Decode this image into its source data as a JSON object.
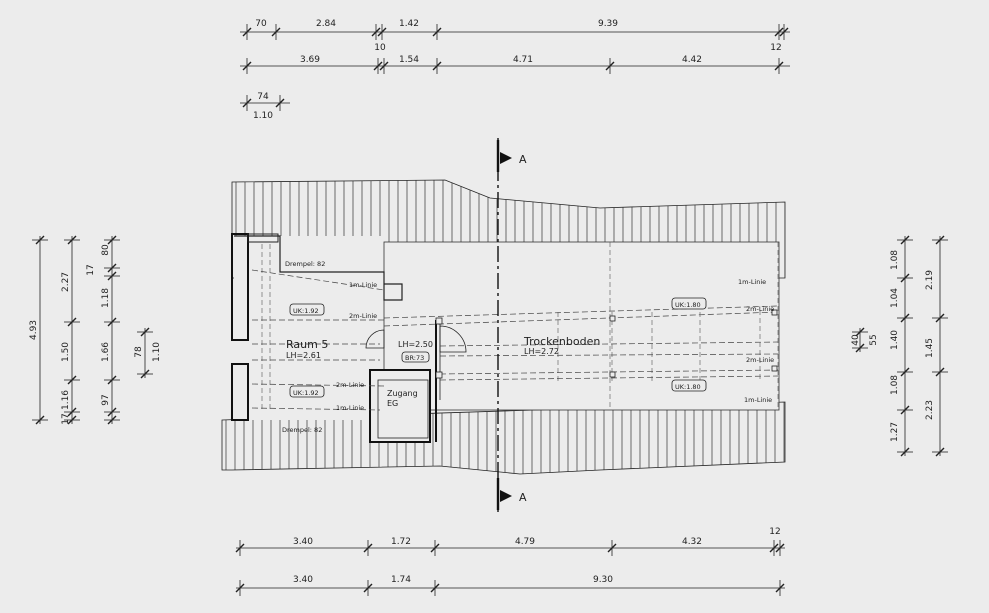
{
  "dimensions": {
    "top": {
      "row1": [
        "70",
        "2.84",
        "1.42",
        "9.39"
      ],
      "row1_gap": "10",
      "row1_end": "12",
      "row2": [
        "3.69",
        "1.54",
        "4.71",
        "4.42"
      ],
      "small_top": "74",
      "small_bottom": "1.10"
    },
    "bottom": {
      "row1": [
        "3.40",
        "1.72",
        "4.79",
        "4.32"
      ],
      "row1_end": "12",
      "row2": [
        "3.40",
        "1.74",
        "9.30"
      ]
    },
    "left": {
      "overall": "4.93",
      "col2": [
        "2.27",
        "1.50",
        "1.16"
      ],
      "col2_end": "17",
      "col3": [
        "1.18",
        "1.66",
        "97"
      ],
      "col3_top": "80",
      "col3_top2": "17",
      "opening": [
        "78",
        "1.10"
      ]
    },
    "right": {
      "col1": [
        "1.08",
        "1.04",
        "1.40",
        "1.08",
        "1.27"
      ],
      "col2": [
        "2.19",
        "1.45",
        "2.23"
      ],
      "opening": [
        "40",
        "55"
      ]
    }
  },
  "section": {
    "label_top": "A",
    "label_bottom": "A"
  },
  "rooms": {
    "raum5": {
      "name": "Raum 5",
      "height": "LH=2.61"
    },
    "trockenboden": {
      "name": "Trockenboden",
      "height": "LH=2.72"
    },
    "zugang": {
      "name_line1": "Zugang",
      "name_line2": "EG"
    },
    "stair_height": "LH=2.50"
  },
  "tags": {
    "uk_raum5_top": "UK:1.92",
    "uk_raum5_bottom": "UK:1.92",
    "uk_trocken_top": "UK:1.80",
    "uk_trocken_bottom": "UK:1.80",
    "br": "BR:73"
  },
  "labels": {
    "drempel_top": "Drempel: 82",
    "drempel_bottom": "Drempel: 82",
    "l1m_raum5_top": "1m-Linie",
    "l2m_raum5_top": "2m-Linie",
    "l2m_raum5_bottom": "2m-Linie",
    "l1m_raum5_bottom": "1m-Linie",
    "l1m_trocken_top": "1m-Linie",
    "l2m_trocken_top": "2m-Linie",
    "l2m_trocken_bottom": "2m-Linie",
    "l1m_trocken_bottom": "1m-Linie"
  }
}
